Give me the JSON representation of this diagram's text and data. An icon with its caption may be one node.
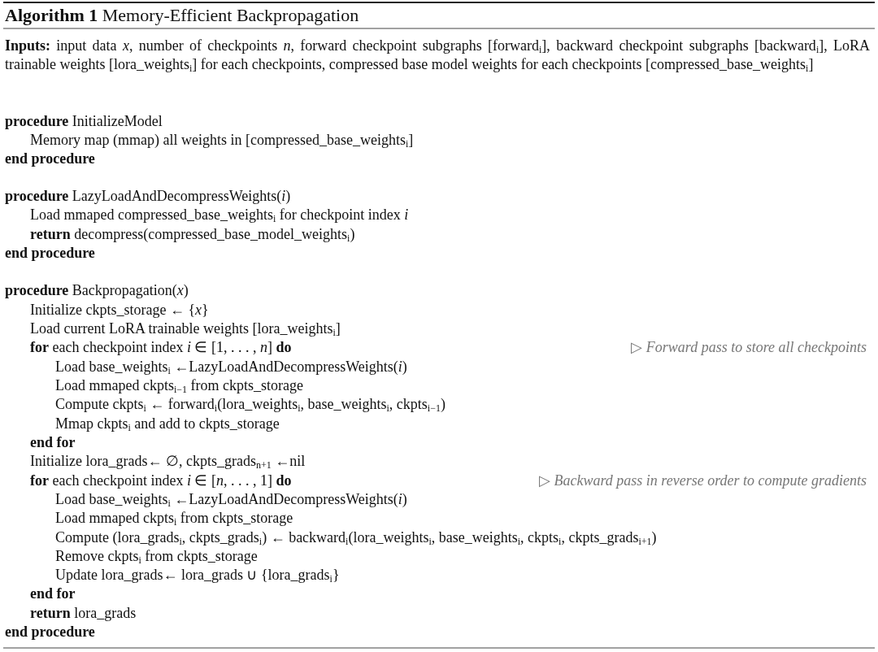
{
  "diagram": {
    "title": "**Algorithm 1** Memory-Efficient Backpropagation",
    "labels": [
      "**Inputs:** input data *x*, number of checkpoints *n*, forward checkpoint subgraphs [forward$_{i}$], backward checkpoint subgraphs [backward$_{i}$], LoRA trainable weights [lora_weights$_{i}$] for each checkpoints, compressed base model weights for each checkpoints [compressed_base_weights$_{i}$]",
      "**procedure** InitializeModel",
      "Memory map (mmap) all weights in [compressed_base_weights$_{i}$]",
      "**end procedure**",
      "**procedure** LazyLoadAndDecompressWeights(*i*)",
      "Load mmaped compressed_base_weights$_{i}$ for checkpoint index *i*",
      "**return** decompress(compressed_base_model_weights$_{i}$)",
      "**end procedure**",
      "**procedure** Backpropagation(*x*)",
      "Initialize ckpts_storage ← {*x*}",
      "Load current LoRA trainable weights [lora_weights$_{i}$]",
      "**for** each checkpoint index *i* ∈ [1, . . . , *n*] **do**",
      "▷ *Forward pass to store all checkpoints*",
      "Load base_weights$_{i}$ ←LazyLoadAndDecompressWeights(*i*)",
      "Load mmaped ckpts$_{i−1}$ from ckpts_storage",
      "Compute ckpts$_{i}$ ← forward$_{i}$(lora_weights$_{i}$, base_weights$_{i}$, ckpts$_{i−1}$)",
      "Mmap ckpts$_{i}$ and add to ckpts_storage",
      "**end for**",
      "Initialize lora_grads← ∅, ckpts_grads$_{n+1}$ ←nil",
      "**for** each checkpoint index *i* ∈ [*n*, . . . , 1] **do**",
      "▷ *Backward pass in reverse order to compute gradients*",
      "Load base_weights$_{i}$ ←LazyLoadAndDecompressWeights(*i*)",
      "Load mmaped ckpts$_{i}$ from ckpts_storage",
      "Compute (lora_grads$_{i}$, ckpts_grads$_{i}$) ← backward$_{i}$(lora_weights$_{i}$, base_weights$_{i}$, ckpts$_{i}$, ckpts_grads$_{i+1}$)",
      "Remove ckpts$_{i}$ from ckpts_storage",
      "Update lora_grads← lora_grads ∪ {lora_grads$_{i}$}",
      "**end for**",
      "**return** lora_grads",
      "**end procedure**"
    ]
  }
}
